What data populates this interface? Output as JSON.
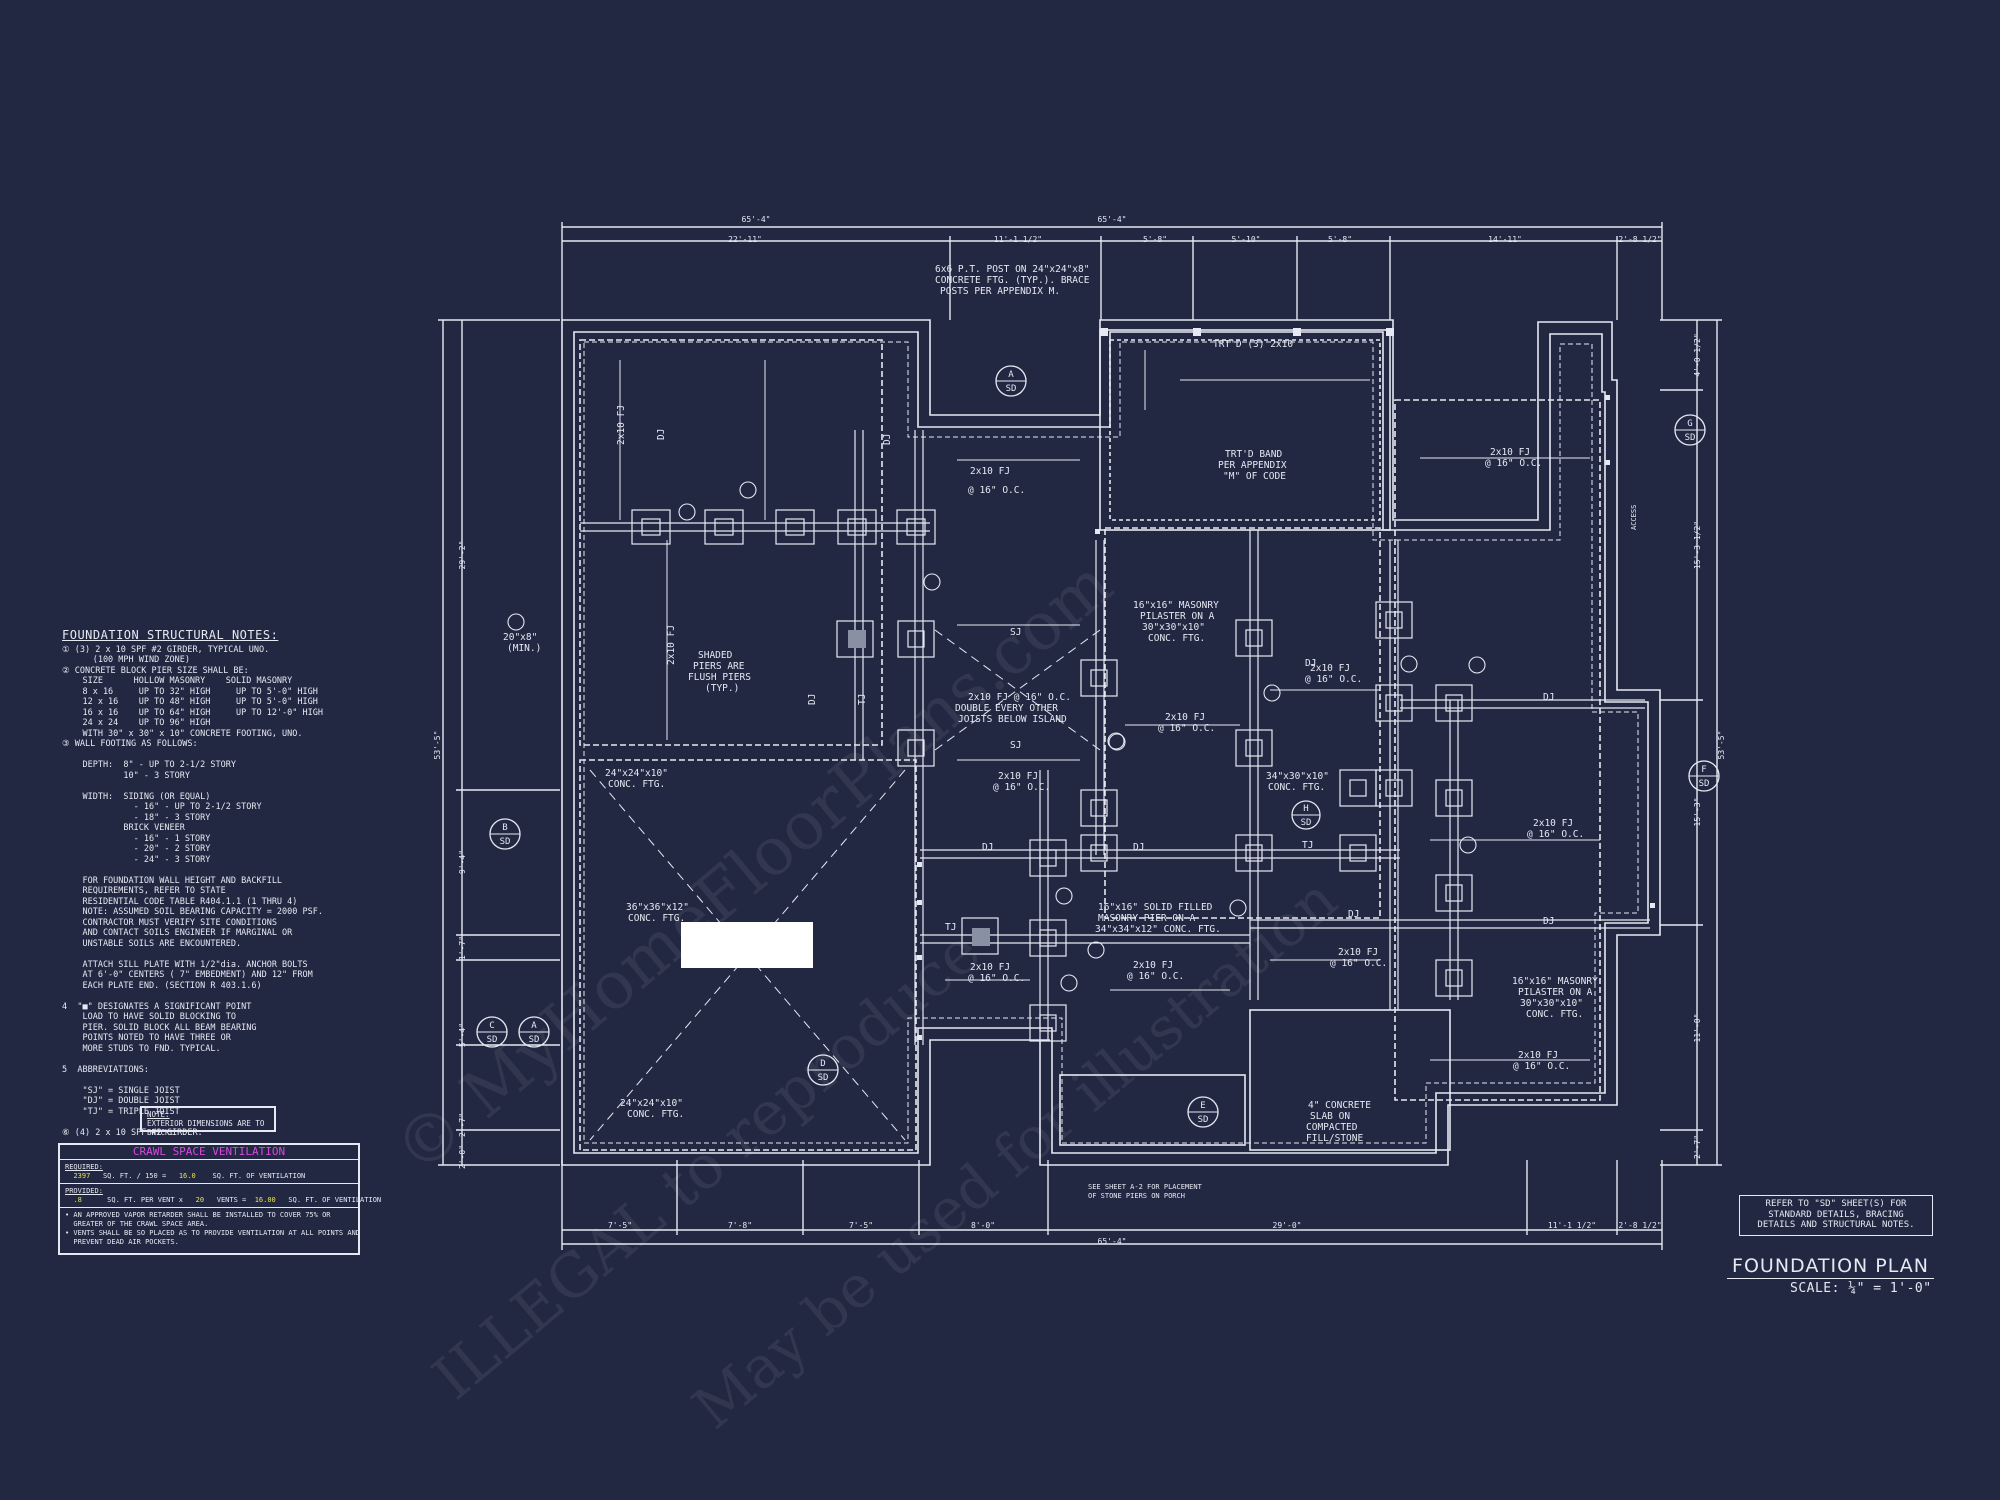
{
  "colors": {
    "background": "#232842",
    "lines": "#e6e9f2",
    "accent_magenta": "#d54adf",
    "accent_yellow": "#e8e24c"
  },
  "title": "FOUNDATION PLAN",
  "scale": "SCALE: ¼\" = 1'-0\"",
  "refer_note": [
    "REFER TO \"SD\" SHEET(S) FOR",
    "STANDARD DETAILS, BRACING",
    "DETAILS AND STRUCTURAL NOTES."
  ],
  "watermark": [
    "© MyHomeFloorPlans.com",
    "ILLEGAL to reproduce",
    "May be used for illustration"
  ],
  "dimensions": {
    "top_overall": "65'-4\"",
    "top_segments": [
      "22'-11\"",
      "11'-1 1/2\"",
      "5'-8\"",
      "5'-10\"",
      "5'-8\"",
      "14'-11\"",
      "2'-8 1/2\""
    ],
    "bottom_overall": "65'-4\"",
    "bottom_segments": [
      "7'-5\"",
      "7'-8\"",
      "7'-5\"",
      "8'-0\"",
      "29'-0\"",
      "11'-1 1/2\"",
      "2'-8 1/2\""
    ],
    "left_overall": "53'-5\"",
    "left_segments": [
      "29'-2\"",
      "9'-4\"",
      "1'-7\"",
      "5'-4\"",
      "2'-7\"",
      "2'-0\""
    ],
    "right_overall": "53'-5\"",
    "right_segments": [
      "4'-0 1/2\"",
      "15'-3 1/2\"",
      "15'-3\"",
      "11'-0\"",
      "2'-7\""
    ]
  },
  "callouts": [
    {
      "text": [
        "6x6 P.T. POST ON 24\"x24\"x8\"",
        "CONCRETE FTG. (TYP.). BRACE",
        "POSTS PER APPENDIX M."
      ]
    },
    {
      "text": [
        "TRT'D (3) 2x10"
      ]
    },
    {
      "text": [
        "TRT'D BAND",
        "PER APPENDIX",
        "\"M\" OF CODE"
      ]
    },
    {
      "text": [
        "2x10 FJ",
        "@ 16\" O.C."
      ]
    },
    {
      "text": [
        "SHADED",
        "PIERS ARE",
        "FLUSH PIERS",
        "(TYP.)"
      ]
    },
    {
      "text": [
        "16\"x16\" MASONRY",
        "PILASTER ON A",
        "30\"x30\"x10\"",
        "CONC. FTG."
      ]
    },
    {
      "text": [
        "2x10 FJ @ 16\" O.C.",
        "DOUBLE EVERY OTHER",
        "JOISTS BELOW ISLAND"
      ]
    },
    {
      "text": [
        "24\"x24\"x10\"",
        "CONC. FTG."
      ]
    },
    {
      "text": [
        "34\"x30\"x10\"",
        "CONC. FTG."
      ]
    },
    {
      "text": [
        "36\"x36\"x12\"",
        "CONC. FTG."
      ]
    },
    {
      "text": [
        "16\"x16\" SOLID FILLED",
        "MASONRY PIER ON A",
        "34\"x34\"x12\" CONC. FTG."
      ]
    },
    {
      "text": [
        "16\"x16\" MASONRY",
        "PILASTER ON A",
        "30\"x30\"x10\"",
        "CONC. FTG."
      ]
    },
    {
      "text": [
        "4\" CONCRETE",
        "SLAB ON",
        "COMPACTED",
        "FILL/STONE"
      ]
    },
    {
      "text": [
        "SEE SHEET A-2 FOR PLACEMENT",
        "OF STONE PIERS ON PORCH"
      ]
    },
    {
      "text": [
        "20\"x8\"",
        "(MIN.)"
      ]
    },
    {
      "text": [
        "ACCESS"
      ]
    }
  ],
  "section_markers": [
    {
      "letter": "A",
      "sheet": "SD"
    },
    {
      "letter": "B",
      "sheet": "SD"
    },
    {
      "letter": "C",
      "sheet": "SD"
    },
    {
      "letter": "A",
      "sheet": "SD"
    },
    {
      "letter": "D",
      "sheet": "SD"
    },
    {
      "letter": "E",
      "sheet": "SD"
    },
    {
      "letter": "F",
      "sheet": "SD"
    },
    {
      "letter": "G",
      "sheet": "SD"
    },
    {
      "letter": "H",
      "sheet": "SD"
    }
  ],
  "labels": {
    "single_joist": "SJ",
    "double_joist": "DJ",
    "triple_joist": "TJ"
  },
  "notes": {
    "title": "FOUNDATION STRUCTURAL NOTES:",
    "lines": [
      "① (3) 2 x 10 SPF #2 GIRDER, TYPICAL UNO.",
      "      (100 MPH WIND ZONE)",
      "② CONCRETE BLOCK PIER SIZE SHALL BE:",
      "    SIZE      HOLLOW MASONRY    SOLID MASONRY",
      "    8 x 16     UP TO 32\" HIGH     UP TO 5'-0\" HIGH",
      "    12 x 16    UP TO 48\" HIGH     UP TO 5'-0\" HIGH",
      "    16 x 16    UP TO 64\" HIGH     UP TO 12'-0\" HIGH",
      "    24 x 24    UP TO 96\" HIGH",
      "    WITH 30\" x 30\" x 10\" CONCRETE FOOTING, UNO.",
      "③ WALL FOOTING AS FOLLOWS:",
      "",
      "    DEPTH:  8\" - UP TO 2-1/2 STORY",
      "            10\" - 3 STORY",
      "",
      "    WIDTH:  SIDING (OR EQUAL)",
      "              - 16\" - UP TO 2-1/2 STORY",
      "              - 18\" - 3 STORY",
      "            BRICK VENEER",
      "              - 16\" - 1 STORY",
      "              - 20\" - 2 STORY",
      "              - 24\" - 3 STORY",
      "",
      "    FOR FOUNDATION WALL HEIGHT AND BACKFILL",
      "    REQUIREMENTS, REFER TO STATE",
      "    RESIDENTIAL CODE TABLE R404.1.1 (1 THRU 4)",
      "    NOTE: ASSUMED SOIL BEARING CAPACITY = 2000 PSF.",
      "    CONTRACTOR MUST VERIFY SITE CONDITIONS",
      "    AND CONTACT SOILS ENGINEER IF MARGINAL OR",
      "    UNSTABLE SOILS ARE ENCOUNTERED.",
      "",
      "    ATTACH SILL PLATE WITH 1/2\"dia. ANCHOR BOLTS",
      "    AT 6'-0\" CENTERS ( 7\" EMBEDMENT) AND 12\" FROM",
      "    EACH PLATE END. (SECTION R 403.1.6)",
      "",
      "4  \"■\" DESIGNATES A SIGNIFICANT POINT",
      "    LOAD TO HAVE SOLID BLOCKING TO",
      "    PIER. SOLID BLOCK ALL BEAM BEARING",
      "    POINTS NOTED TO HAVE THREE OR",
      "    MORE STUDS TO FND. TYPICAL.",
      "",
      "5  ABBREVIATIONS:",
      "",
      "    \"SJ\" = SINGLE JOIST",
      "    \"DJ\" = DOUBLE JOIST",
      "    \"TJ\" = TRIPLE JOIST",
      "",
      "⑥ (4) 2 x 10 SPF #2 GIRDER."
    ]
  },
  "note_box": {
    "heading": "NOTE:",
    "text": "EXTERIOR DIMENSIONS ARE TO BRICK."
  },
  "ventilation": {
    "title": "CRAWL SPACE VENTILATION",
    "required_label": "REQUIRED:",
    "required_line": "  2397   SQ. FT. / 150 =   16.0    SQ. FT. OF VENTILATION",
    "provided_label": "PROVIDED:",
    "provided_line": "  .8      SQ. FT. PER VENT x   20   VENTS =  16.00   SQ. FT. OF VENTILATION",
    "notes": [
      "• AN APPROVED VAPOR RETARDER SHALL BE INSTALLED TO COVER 75% OR",
      "  GREATER OF THE CRAWL SPACE AREA.",
      "• VENTS SHALL BE SO PLACED AS TO PROVIDE VENTILATION AT ALL POINTS AND",
      "  PREVENT DEAD AIR POCKETS."
    ]
  }
}
